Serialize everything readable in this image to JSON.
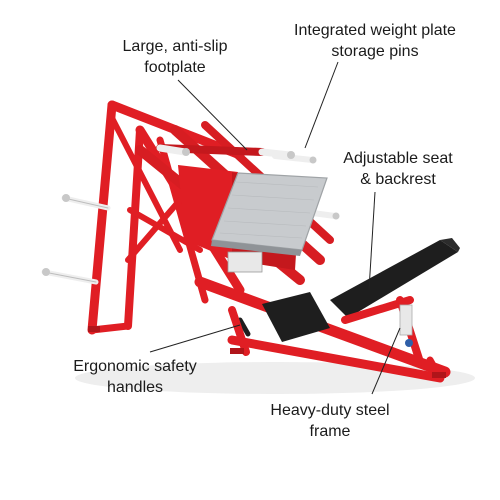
{
  "colors": {
    "frame_red": "#e01e24",
    "frame_red_dark": "#b0151a",
    "plate_silver": "#c8cbce",
    "seat_black": "#1e1e1e",
    "pin_white": "#eeeeee",
    "leader_line": "#222222"
  },
  "annotations": {
    "footplate": {
      "line1": "Large, anti-slip",
      "line2": "footplate"
    },
    "storage_pins": {
      "line1": "Integrated weight plate",
      "line2": "storage pins"
    },
    "seat": {
      "line1": "Adjustable seat",
      "line2": "& backrest"
    },
    "handles": {
      "line1": "Ergonomic safety",
      "line2": "handles"
    },
    "frame": {
      "line1": "Heavy-duty steel",
      "line2": "frame"
    }
  }
}
